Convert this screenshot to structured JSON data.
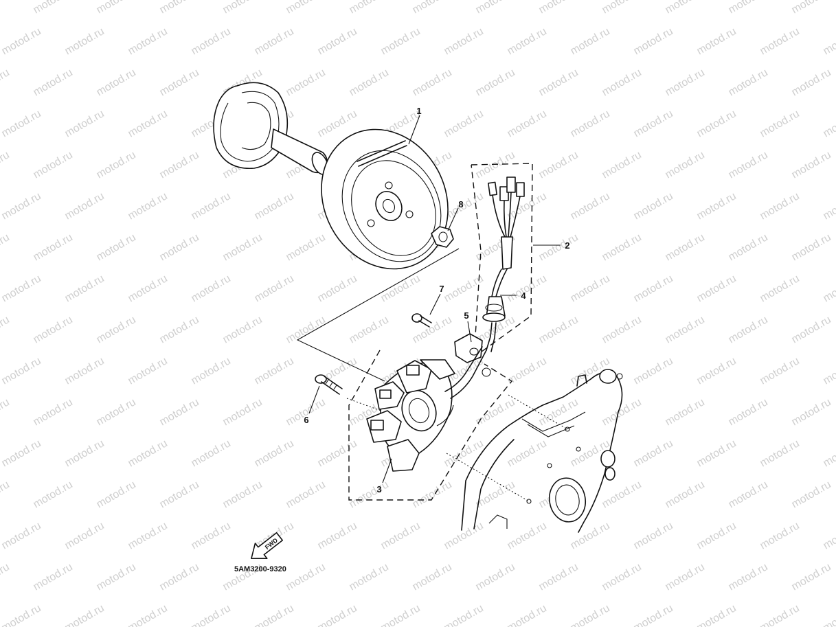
{
  "watermark": {
    "text": "motod.ru"
  },
  "callouts": {
    "c1": "1",
    "c2": "2",
    "c3": "3",
    "c4": "4",
    "c5": "5",
    "c6": "6",
    "c7": "7",
    "c8": "8"
  },
  "fwd_label": "FWD",
  "diagram_code": "5AM3200-9320"
}
